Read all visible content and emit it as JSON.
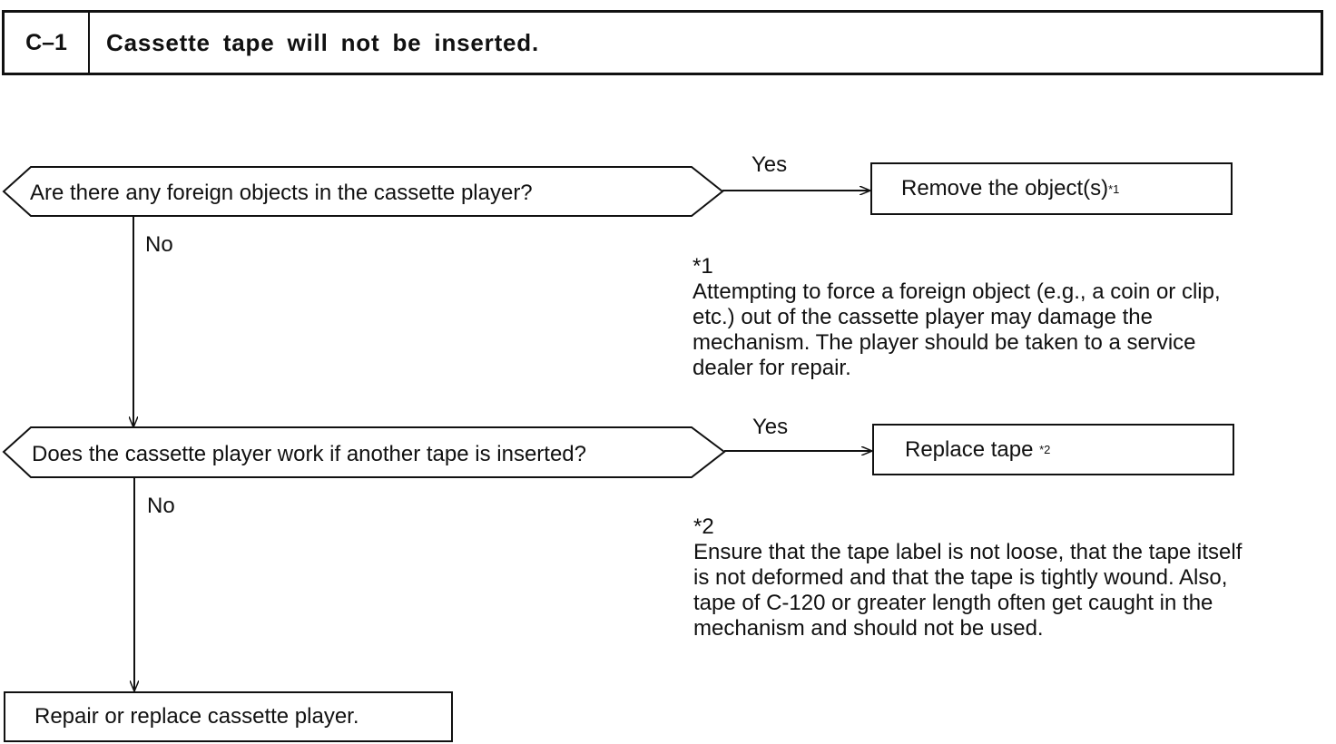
{
  "header": {
    "code": "C–1",
    "title": "Cassette tape will not be inserted."
  },
  "decision1": {
    "question": "Are there any foreign objects in the cassette player?",
    "yes_label": "Yes",
    "no_label": "No"
  },
  "action1": {
    "text": "Remove the object(s)",
    "ref": "*1"
  },
  "note1": {
    "marker": "*1",
    "lines": [
      "Attempting to force a foreign object (e.g., a coin or clip,",
      "etc.) out of the cassette player may damage the",
      "mechanism. The player should be taken to a service",
      "dealer for repair."
    ]
  },
  "decision2": {
    "question": "Does the cassette player work if another tape is inserted?",
    "yes_label": "Yes",
    "no_label": "No"
  },
  "action2": {
    "text": "Replace tape",
    "ref": "*2"
  },
  "note2": {
    "marker": "*2",
    "lines": [
      "Ensure that the tape label is not loose, that the tape itself",
      "is not deformed and that the tape is tightly wound. Also,",
      "tape of C-120 or greater length often get caught in the",
      "mechanism and should not be used."
    ]
  },
  "final": {
    "text": "Repair or replace cassette player."
  }
}
